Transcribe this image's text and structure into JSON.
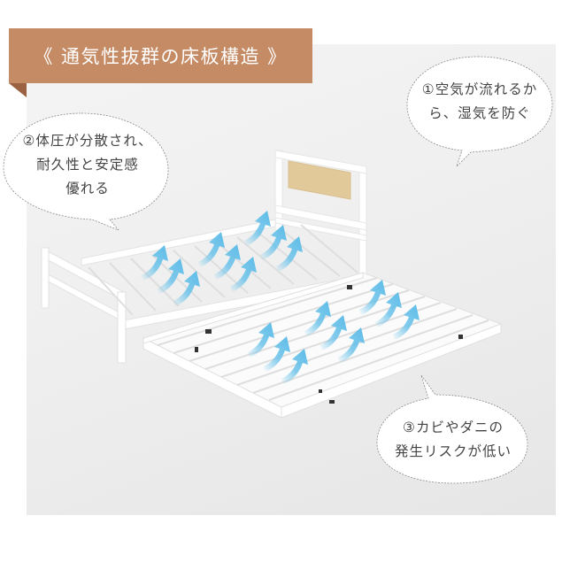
{
  "banner": {
    "title": "《 通気性抜群の床板構造 》",
    "color": "#c58b65",
    "fold_color": "#9a6240"
  },
  "callouts": [
    {
      "id": 1,
      "line1": "①空気が流れるか",
      "line2": "ら、湿気を防ぐ"
    },
    {
      "id": 2,
      "line1": "②体圧が分散され、",
      "line2": "耐久性と安定感",
      "line3": "優れる"
    },
    {
      "id": 3,
      "line1": "③カビやダニの",
      "line2": "発生リスクが低い"
    }
  ],
  "image": {
    "subject": "white metal trundle bed frame with slatted base and wood-panel headboard",
    "arrow_color": "#6cc3ea",
    "headboard_panel_color": "#e2c99a"
  }
}
